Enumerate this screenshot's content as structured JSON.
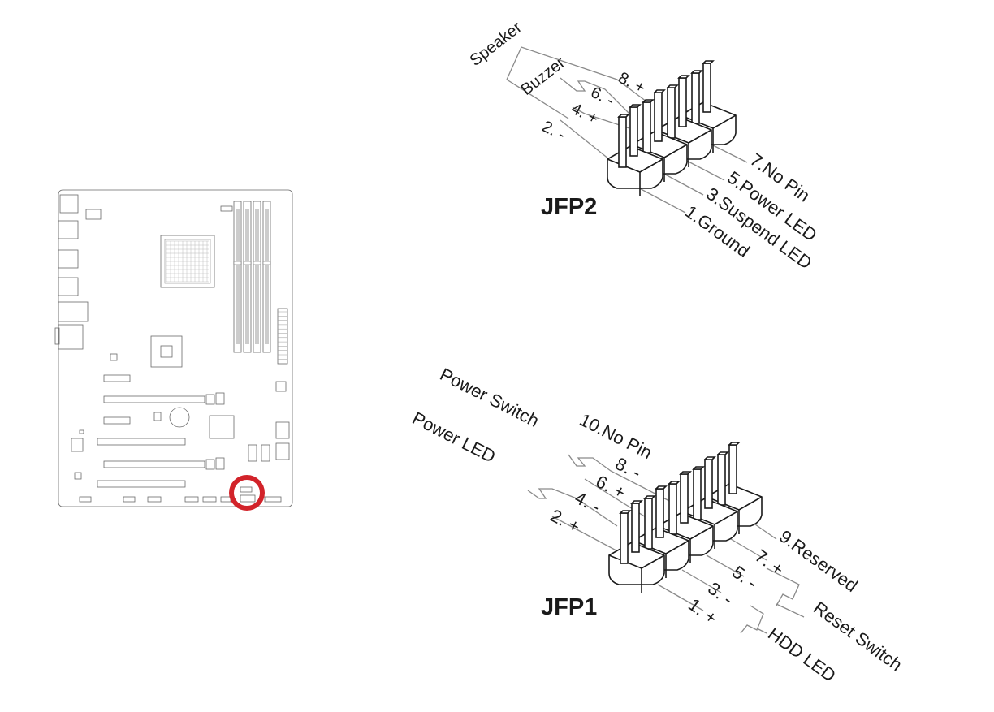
{
  "jfp2": {
    "title": "JFP2",
    "group_speaker": "Speaker",
    "group_buzzer": "Buzzer",
    "pin8": "8. +",
    "pin6": "6. -",
    "pin4": "4. +",
    "pin2": "2. -",
    "pin7": "7.No Pin",
    "pin5": "5.Power LED",
    "pin3": "3.Suspend LED",
    "pin1": "1.Ground"
  },
  "jfp1": {
    "title": "JFP1",
    "group_power_switch": "Power Switch",
    "group_power_led": "Power LED",
    "pin10": "10.No Pin",
    "pin8": "8. -",
    "pin6": "6. +",
    "pin4": "4. -",
    "pin2": "2. +",
    "pin9": "9.Reserved",
    "pin7": "7. +",
    "pin5": "5. -",
    "pin3": "3. -",
    "pin1": "1. +",
    "group_reset_switch": "Reset Switch",
    "group_hdd_led": "HDD LED"
  },
  "motherboard": {
    "highlight_color": "#d2232a"
  }
}
